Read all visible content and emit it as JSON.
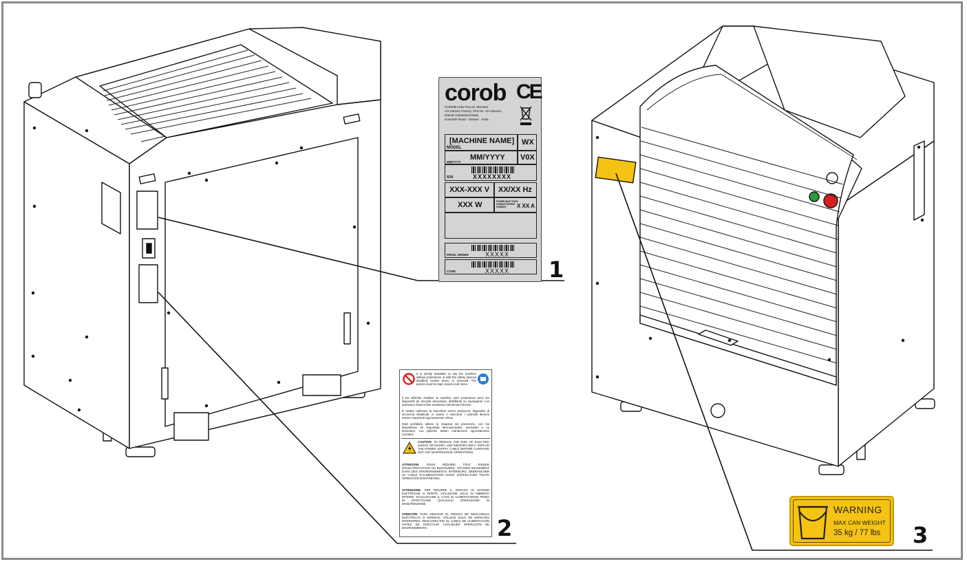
{
  "nameplate": {
    "brand": "corob",
    "mark": "CE",
    "address": [
      "COROB India Pvt.Ltd.-Mumbai",
      "c/o Daman Factory: Plot No. 10-13&13A,",
      "Daman Industrial Estate,",
      "Somnath Road - Daman - India"
    ],
    "machine_name": "[MACHINE NAME]",
    "model_label": "MODEL",
    "model_code": "WX",
    "date": "MM/YYYY",
    "date_label": "MM/YYYY",
    "version": "V0X",
    "serial_label": "S/N",
    "serial": "XXXXXXXX",
    "voltage": "XXX-XXX V",
    "frequency": "XX/XX Hz",
    "power": "XXX W",
    "fuse_label": "POWER INLET FUSE\nFUSIBLE ENTREE\nFUSIBILE",
    "fuse": "X XX A",
    "prod_order_label": "PROD. ORDER",
    "prod_order": "XXXXX",
    "code_label": "CODE",
    "code": "XXXXX"
  },
  "safety_label": {
    "en": "It is strictly forbidden to use the machine without protections or with the safety devices disabled, broken down, or removed. The panels must be kept closed at all times.",
    "fr": "Il est défendu d'utiliser la machine sans protections avec les dispositifs de sécurité désactivés, défaillants ou manquants. Les panneaux doivent être maintenus strictement fermés.",
    "it": "È vietato utilizzare la macchina senza protezioni, dispositivi di sicurezza disattivati, in avaria o mancanti. I pannelli devono essere mantenuti rigorosamente chiusi.",
    "es": "Está prohibido utilizar la máquina sin protección, con los dispositivos de seguridad desconectados, averiados o no presentes. Los paneles deben mantenerse rigurosamente cerrados.",
    "caution_title": "CAUTION",
    "caution": ": TO REDUCE THE RISK OF ELECTRIC SHOCK OR INJURY, USE INDOORS ONLY. UNPLUG THE POWER SUPPLY CABLE BEFORE CARRYING OUT ANY MAINTENANCE OPERATIONS.",
    "attention_title": "ATTENTION",
    "attention": ": POUR RÉDUIRE TOUT RISQUE D'ÉLECTROCUTION OU BLESSURES, UTILISER SEULEMENT DANS DES ENVIRONNEMENTS INTÉRIEURS. DÉBRANCHER LE CÂBLE D'ALIMENTATION AVANT D'EFFECTUER TOUTE OPÉRATION D'ENTRETIEN.",
    "attenzione_title": "ATTENZIONE",
    "attenzione": ": PER RIDURRE IL RISCHIO DI SCOSSE ELETTRICHE O FERITE, UTILIZZARE SOLO IN AMBIENTI INTERNI. SCOLLEGARE IL CAVO DI ALIMENTAZIONE PRIMA DI EFFETTUARE QUALSIASI OPERAZIONE DI MANUTENZIONE.",
    "atencion_title": "ATENCIÓN",
    "atencion": ": PARA REDUCIR EL RIESGO DE DESCARGAS ELÉCTRICAS O HERIDAS, UTILIZAR SOLO EN ESPACIOS INTERIORES. DESCONECTAR EL CABLE DE ALIMENTACIÓN ANTES DE EFECTUAR CUALQUIER OPERACIÓN DE MANTENIMIENTO."
  },
  "warning_label": {
    "title": "WARNING",
    "line1": "MAX CAN WEIGHT",
    "line2": "35 kg / 77 lbs"
  },
  "callouts": [
    "1",
    "2",
    "3"
  ],
  "colors": {
    "warning_yellow": "#f4c313",
    "plate_grey": "#d4d4d4",
    "stop_red": "#d42020",
    "start_green": "#2a9a3a"
  }
}
